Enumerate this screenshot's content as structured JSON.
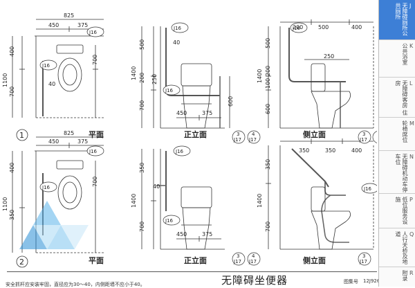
{
  "drawing": {
    "title": "无障碍坐便器",
    "atlas_label": "图集号",
    "atlas_no": "12J926",
    "note": "安全抓杆应安装牢固，直径应为30～40，内侧距墙不应小于40。",
    "views": {
      "plan": "平面",
      "front": "正立面",
      "side": "侧立面"
    },
    "detail_numbers": [
      "1",
      "2"
    ],
    "callouts": {
      "j16": "J16",
      "ref3": "3",
      "ref4": "4",
      "sheet": "J17"
    },
    "dims": {
      "d825": "825",
      "d450": "450",
      "d375": "375",
      "d400": "400",
      "d700": "700",
      "d1100": "1100",
      "d40": "40",
      "d500": "500",
      "d200": "200",
      "d250": "250",
      "d1400": "1400",
      "d600": "600",
      "d100": "100",
      "d350": "350"
    }
  },
  "index_tabs": [
    {
      "code": "J",
      "name": "无障碍厕所公共厕所",
      "active": true
    },
    {
      "code": "K",
      "name": "公共浴室",
      "active": false
    },
    {
      "code": "L",
      "name": "无障碍客房 住房",
      "active": false
    },
    {
      "code": "M",
      "name": "轮椅席位",
      "active": false
    },
    {
      "code": "N",
      "name": "无障碍机动车停车位",
      "active": false
    },
    {
      "code": "P",
      "name": "低位服务设施",
      "active": false
    },
    {
      "code": "Q",
      "name": "人行天桥及地道",
      "active": false
    },
    {
      "code": "R",
      "name": "附录",
      "active": false
    }
  ]
}
